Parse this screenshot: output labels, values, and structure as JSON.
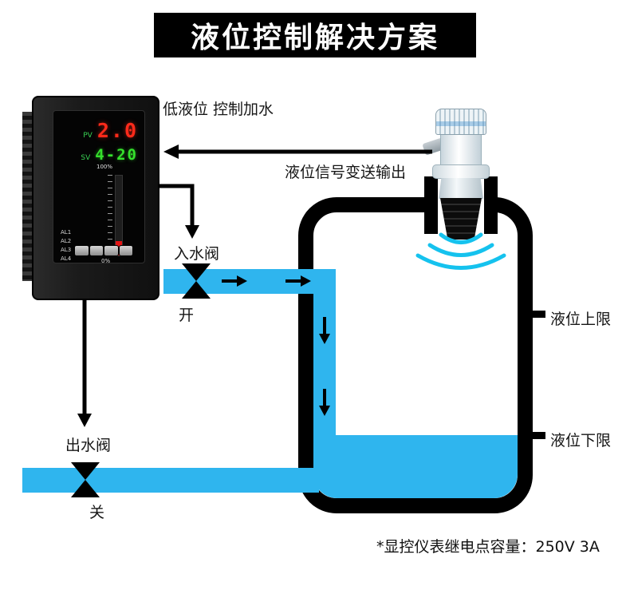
{
  "title": "液位控制解决方案",
  "colors": {
    "pipe_blue": "#2fb5ee",
    "wave_cyan": "#15c2ee",
    "display_red": "#ff2a1a",
    "display_green": "#35e02c",
    "ink_black": "#000000"
  },
  "controller": {
    "pv_label": "PV",
    "pv_value": "2.0",
    "sv_label": "SV",
    "sv_value": "4-20",
    "scale_top": "100%",
    "scale_bottom": "0%",
    "alarm_labels": [
      "AL1",
      "AL2",
      "AL3",
      "AL4"
    ]
  },
  "labels": {
    "low_level_note": "低液位 控制加水",
    "signal_output": "液位信号变送输出",
    "inlet_valve": "入水阀",
    "valve_open": "开",
    "outlet_valve": "出水阀",
    "valve_close": "关",
    "upper_limit": "液位上限",
    "lower_limit": "液位下限"
  },
  "footnote": "*显控仪表继电点容量：250V 3A"
}
